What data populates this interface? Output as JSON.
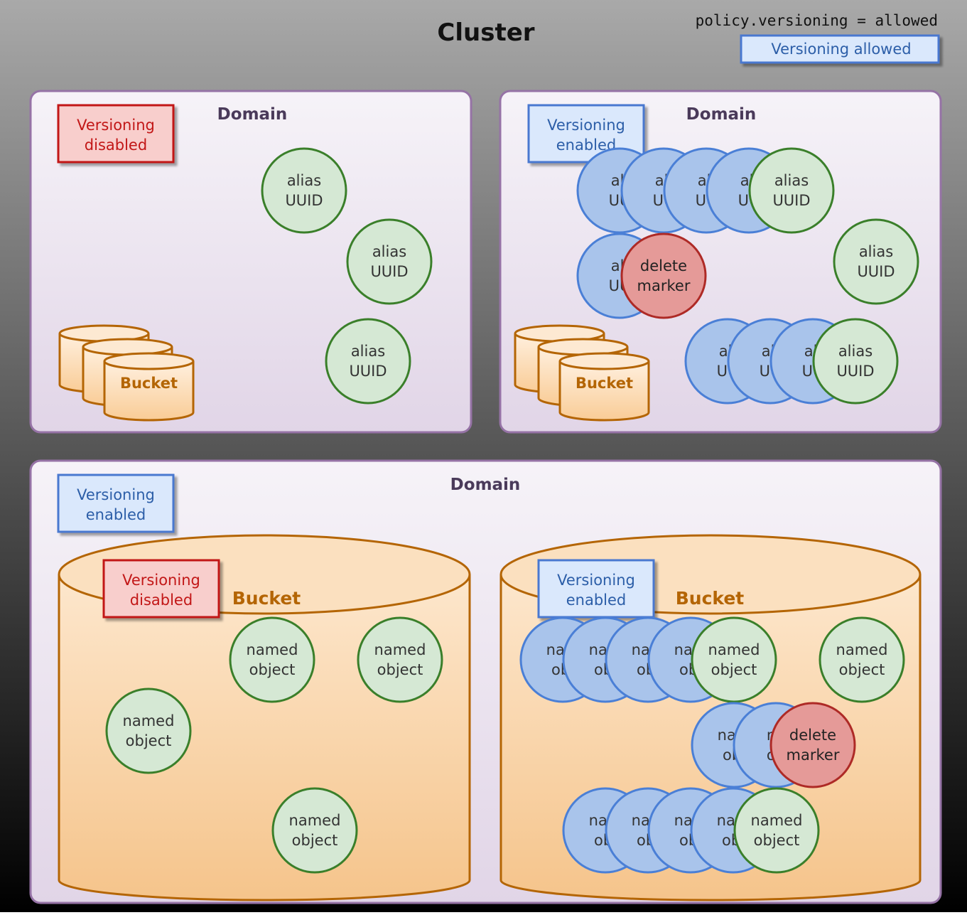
{
  "cluster": {
    "title": "Cluster",
    "policy": "policy.versioning = allowed",
    "status": "Versioning allowed"
  },
  "labels": {
    "domain": "Domain",
    "bucket": "Bucket",
    "versioning_disabled": [
      "Versioning",
      "disabled"
    ],
    "versioning_enabled": [
      "Versioning",
      "enabled"
    ],
    "alias": [
      "alias",
      "UUID"
    ],
    "alias_partial": [
      "ali",
      "UU"
    ],
    "named_object": [
      "named",
      "object"
    ],
    "named_partial": [
      "nam",
      "obj"
    ],
    "named_partial_short": [
      "na",
      "ob"
    ],
    "delete_marker": [
      "delete",
      "marker"
    ]
  },
  "colors": {
    "cluster_bg_top": "#a9a9a9",
    "cluster_bg_bottom": "#000000",
    "domain_fill": "#e1d5e7",
    "domain_border": "#9673a6",
    "domain_title": "#4a3a5a",
    "bucket_fill": "#f7c891",
    "bucket_border": "#b46504",
    "bucket_text": "#b46504",
    "current_object_fill": "#d5e8d4",
    "current_object_border": "#3a7f2a",
    "old_version_fill": "#a9c4eb",
    "old_version_border": "#4a7fd6",
    "delete_marker_fill": "#e59a98",
    "delete_marker_border": "#ae2a26",
    "disabled_fill": "#f8cecc",
    "disabled_border": "#c21717",
    "disabled_text": "#c21717",
    "enabled_fill": "#dae8fc",
    "enabled_border": "#4a78d0",
    "enabled_text": "#2c5ea8"
  }
}
